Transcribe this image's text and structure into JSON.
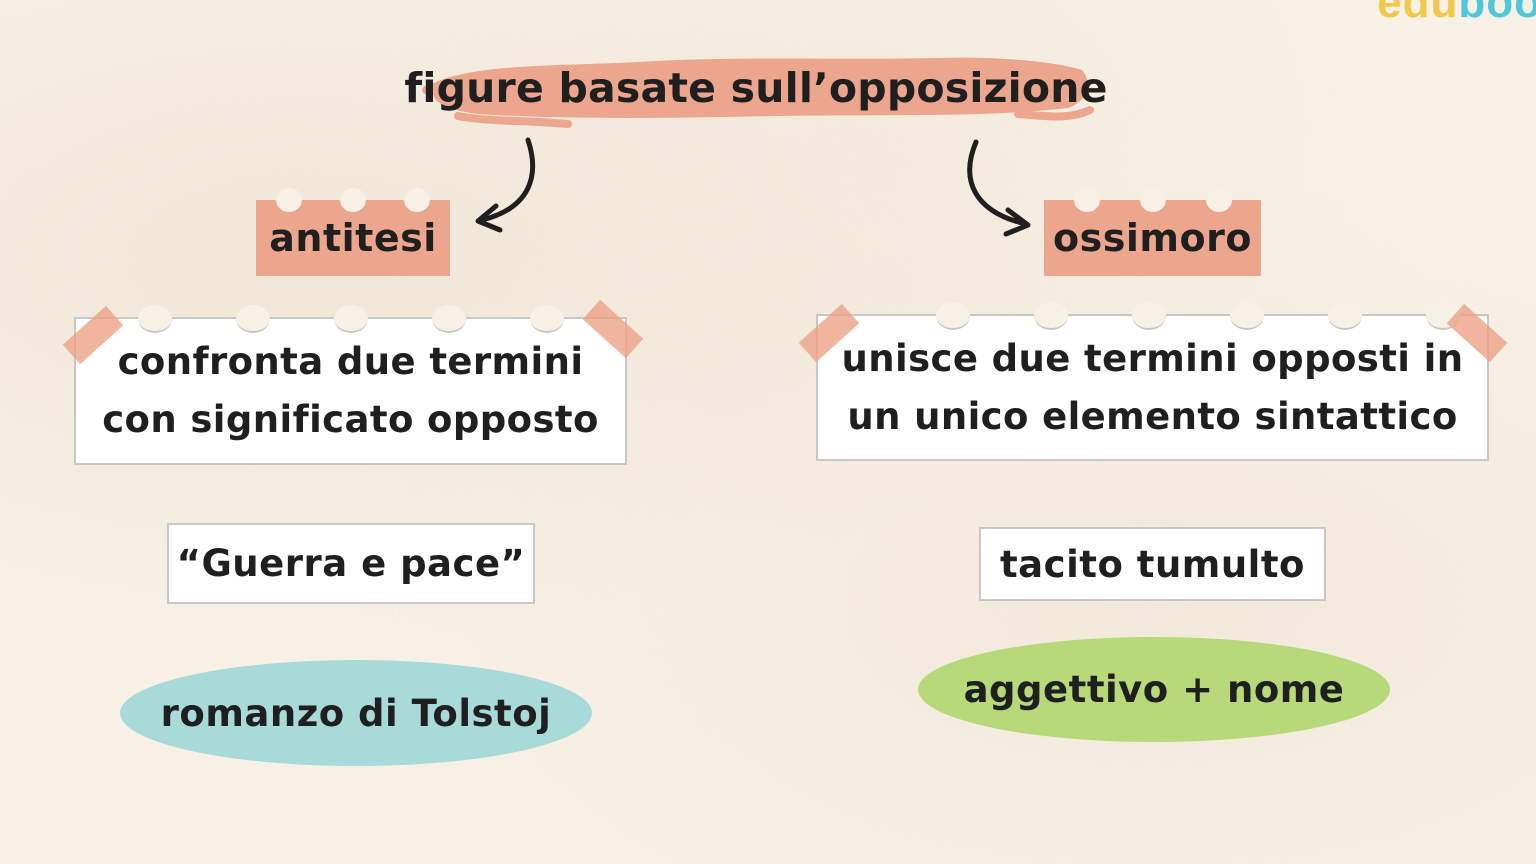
{
  "brand": {
    "logo_part_a": "edu",
    "logo_part_b": "boo"
  },
  "title": "figure basate sull’opposizione",
  "colors": {
    "background": "#f7f0e5",
    "accent_salmon": "#eba68d",
    "ellipse_teal": "#a8dada",
    "ellipse_green": "#b7d97a"
  },
  "branches": [
    {
      "tag": "antitesi",
      "definition_lines": [
        "confronta due termini",
        "con significato opposto"
      ],
      "example": "“Guerra e pace”",
      "note": "romanzo di Tolstoj"
    },
    {
      "tag": "ossimoro",
      "definition_lines": [
        "unisce due termini opposti in",
        "un unico elemento sintattico"
      ],
      "example": "tacito tumulto",
      "note": "aggettivo + nome"
    }
  ],
  "icons": {
    "arrow_left": "curved-arrow-left-icon",
    "arrow_right": "curved-arrow-right-icon"
  }
}
